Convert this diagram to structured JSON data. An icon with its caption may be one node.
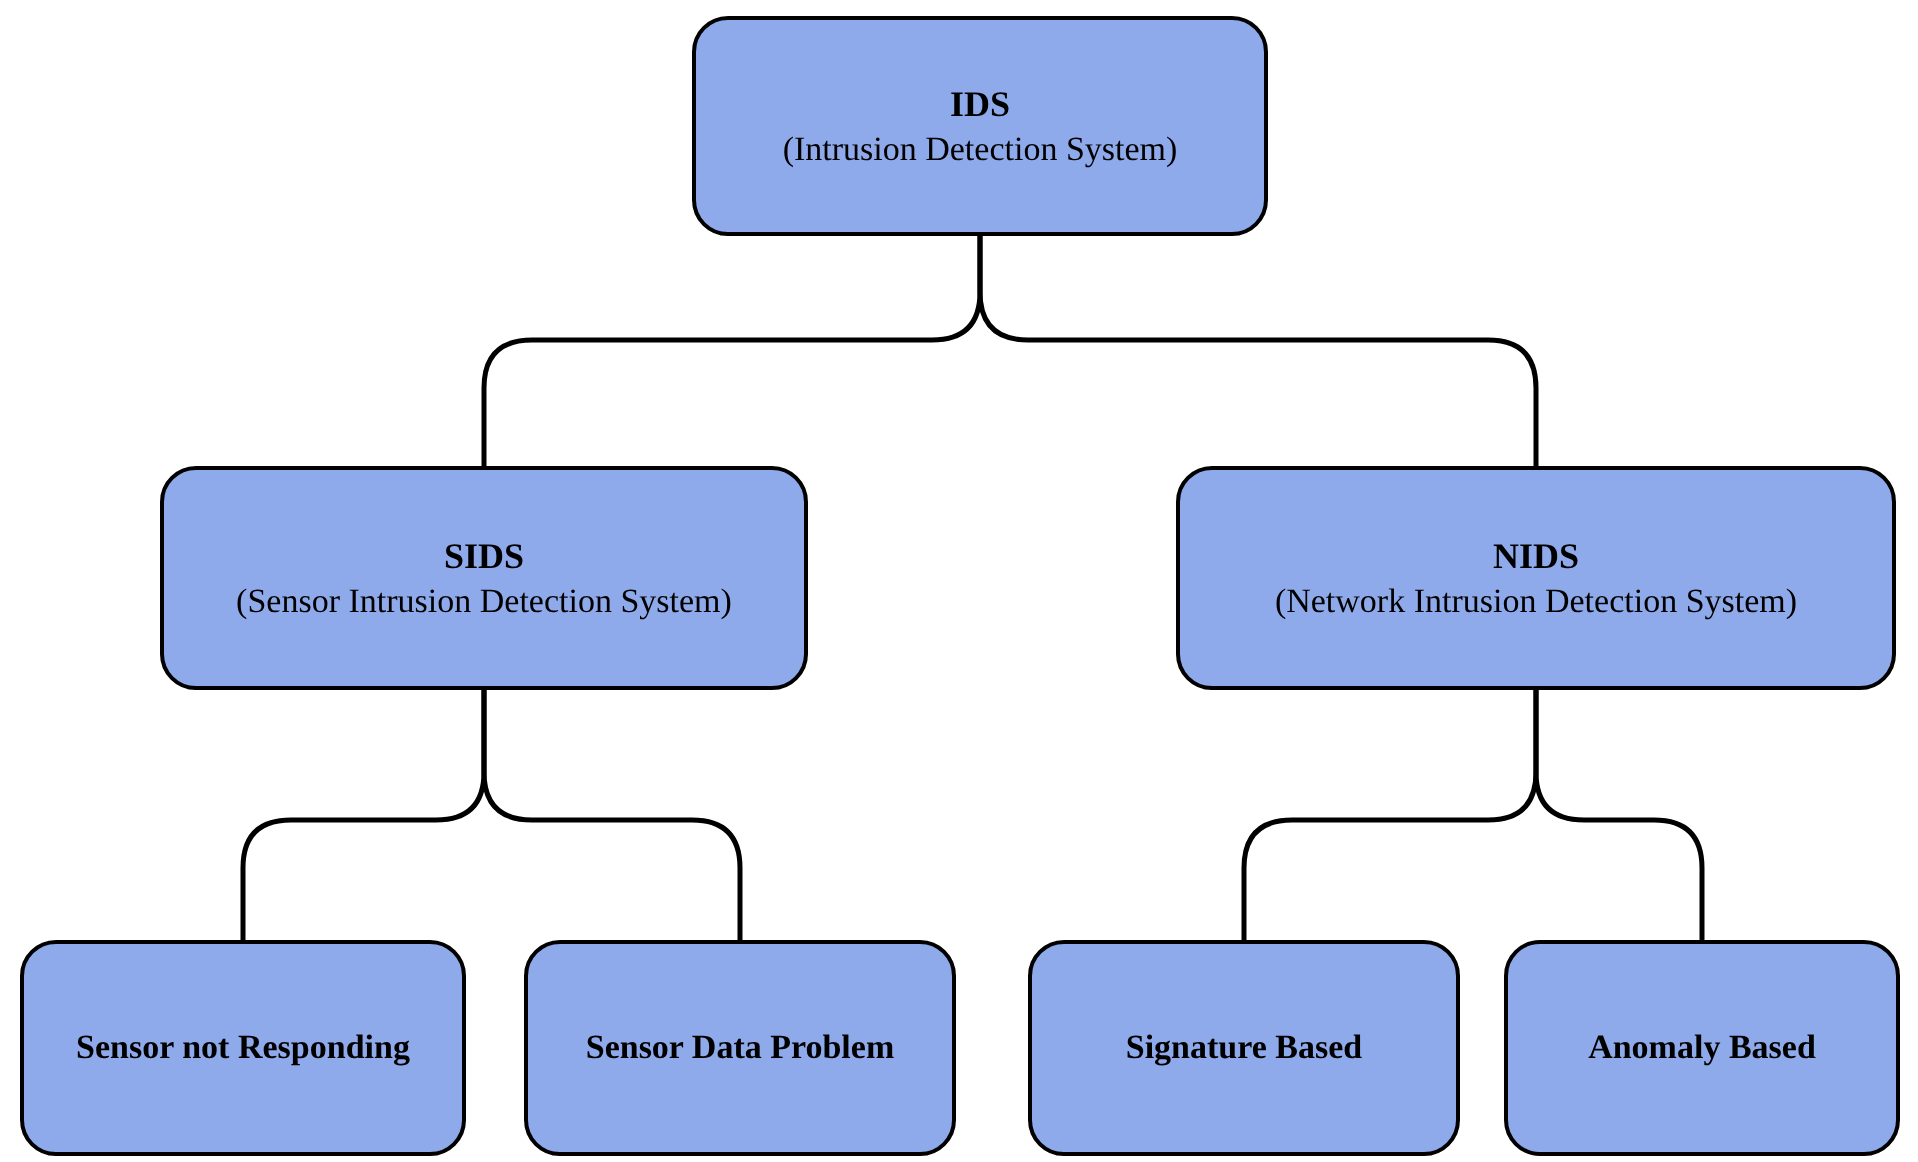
{
  "diagram": {
    "nodes": [
      {
        "text": [
          "IDS",
          "(Intrusion Detection System)"
        ]
      },
      {
        "text": [
          "SIDS",
          "(Sensor Intrusion Detection System)"
        ]
      },
      {
        "text": [
          "NIDS",
          "(Network Intrusion Detection System)"
        ]
      },
      {
        "text": [
          "Sensor not Responding"
        ]
      },
      {
        "text": [
          "Sensor Data Problem"
        ]
      },
      {
        "text": [
          "Signature Based"
        ]
      },
      {
        "text": [
          "Anomaly Based"
        ]
      }
    ],
    "edges": [
      {
        "from": 0,
        "to": 1,
        "arrow": "none"
      },
      {
        "from": 0,
        "to": 2,
        "arrow": "none"
      },
      {
        "from": 1,
        "to": 3,
        "arrow": "none"
      },
      {
        "from": 1,
        "to": 4,
        "arrow": "none"
      },
      {
        "from": 2,
        "to": 5,
        "arrow": "none"
      },
      {
        "from": 2,
        "to": 6,
        "arrow": "none"
      }
    ]
  }
}
